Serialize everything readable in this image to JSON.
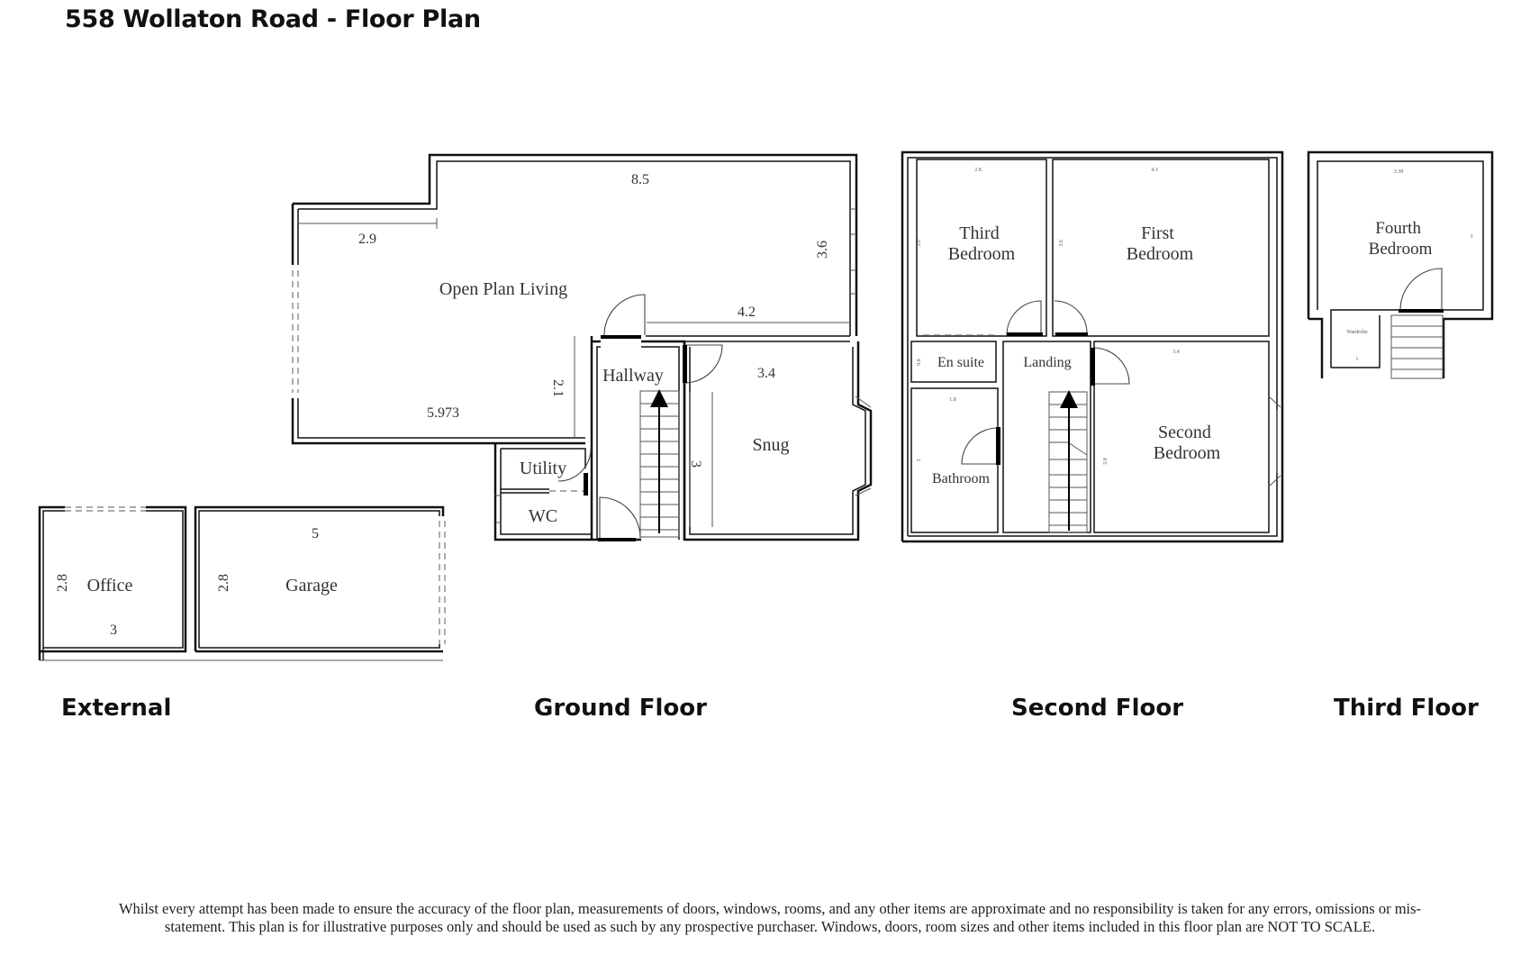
{
  "title": "558 Wollaton Road - Floor Plan",
  "floors": {
    "external": {
      "label": "External",
      "rooms": {
        "office": "Office",
        "garage": "Garage"
      },
      "dims": {
        "office_w": "3",
        "office_h": "2.8",
        "garage_w": "5",
        "garage_h": "2.8"
      }
    },
    "ground": {
      "label": "Ground Floor",
      "rooms": {
        "living": "Open Plan Living",
        "hallway": "Hallway",
        "snug": "Snug",
        "utility": "Utility",
        "wc": "WC"
      },
      "dims": {
        "living_top": "8.5",
        "living_left": "2.9",
        "living_right": "3.6",
        "living_inner": "4.2",
        "living_drop": "2.1",
        "living_bottom": "5.973",
        "snug_w": "3.4",
        "snug_h": "3"
      }
    },
    "second": {
      "label": "Second Floor",
      "rooms": {
        "third_bedroom": [
          "Third",
          "Bedroom"
        ],
        "first_bedroom": [
          "First",
          "Bedroom"
        ],
        "en_suite": "En suite",
        "landing": "Landing",
        "second_bedroom": [
          "Second",
          "Bedroom"
        ],
        "bathroom": "Bathroom"
      },
      "dims": {
        "third_w": "2.8",
        "third_h": "3.0",
        "first_w": "4.3",
        "first_h": "3.6",
        "ensuite_h": "0.8",
        "second_w": "3.4",
        "second_h": "2.8",
        "bath_w": "1.8",
        "bath_h": "3"
      }
    },
    "third": {
      "label": "Third Floor",
      "rooms": {
        "fourth_bedroom": [
          "Fourth",
          "Bedroom"
        ],
        "wardrobe": "Wardrobe"
      },
      "dims": {
        "fourth_w": "3.38",
        "fourth_h": "3",
        "wardrobe_w": "1"
      }
    }
  },
  "disclaimer": [
    "Whilst every attempt has been made to ensure the accuracy of the floor plan, measurements of doors, windows, rooms, and any other items are approximate and no responsibility is taken for any errors, omissions or mis-",
    "statement. This plan is for illustrative purposes only and should be used as such by any prospective purchaser. Windows, doors, room sizes and other items included in this floor plan are NOT TO SCALE."
  ]
}
